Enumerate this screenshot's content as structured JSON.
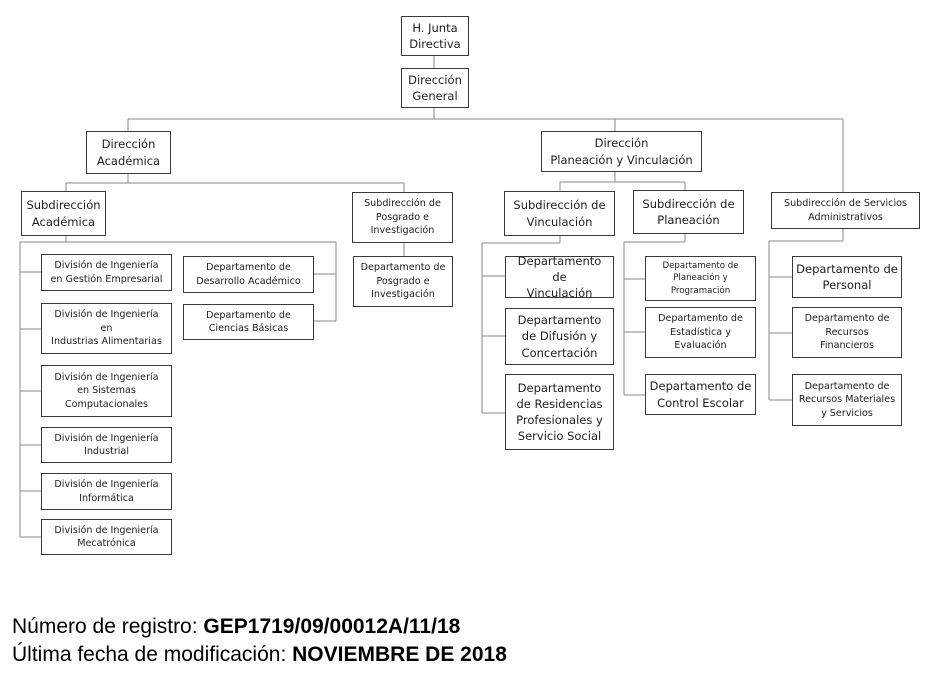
{
  "org_chart": {
    "junta": "H. Junta\nDirectiva",
    "direccion_general": "Dirección\nGeneral",
    "direccion_academica": "Dirección\nAcadémica",
    "direccion_planeacion": "Dirección\nPlaneación y Vinculación",
    "subdir_academica": "Subdirección\nAcadémica",
    "subdir_posgrado": "Subdirección de\nPosgrado e\nInvestigación",
    "subdir_vinculacion": "Subdirección de\nVinculación",
    "subdir_planeacion": "Subdirección de\nPlaneación",
    "subdir_servicios": "Subdirección de Servicios\nAdministrativos",
    "div_gestion": "División de Ingeniería\nen Gestión Empresarial",
    "div_alimentarias": "División de Ingeniería\nen\nIndustrias Alimentarias",
    "div_sistemas": "División de Ingeniería\nen  Sistemas\nComputacionales",
    "div_industrial": "División de Ingeniería\nIndustrial",
    "div_informatica": "División de Ingeniería\nInformática",
    "div_mecatronica": "División de Ingeniería\nMecatrónica",
    "depto_desarrollo": "Departamento de\nDesarrollo Académico",
    "depto_ciencias": "Departamento de\nCiencias Básicas",
    "depto_posgrado": "Departamento de\nPosgrado e\nInvestigación",
    "depto_vinculacion": "Departamento de\nVinculación",
    "depto_difusion": "Departamento\nde Difusión y\nConcertación",
    "depto_residencias": "Departamento\nde Residencias\nProfesionales y\nServicio Social",
    "depto_planeacion_prog": "Departamento de\nPlaneación y\nProgramación",
    "depto_estadistica": "Departamento de\nEstadística y\nEvaluación",
    "depto_control": "Departamento de\nControl Escolar",
    "depto_personal": "Departamento de\nPersonal",
    "depto_financieros": "Departamento de\nRecursos\nFinancieros",
    "depto_materiales": "Departamento de\nRecursos Materiales\ny Servicios"
  },
  "footer": {
    "registro_label": "Número de registro: ",
    "registro_value": "GEP1719/09/00012A/11/18",
    "fecha_label": "Última fecha de modificación: ",
    "fecha_value": "NOVIEMBRE DE 2018"
  }
}
